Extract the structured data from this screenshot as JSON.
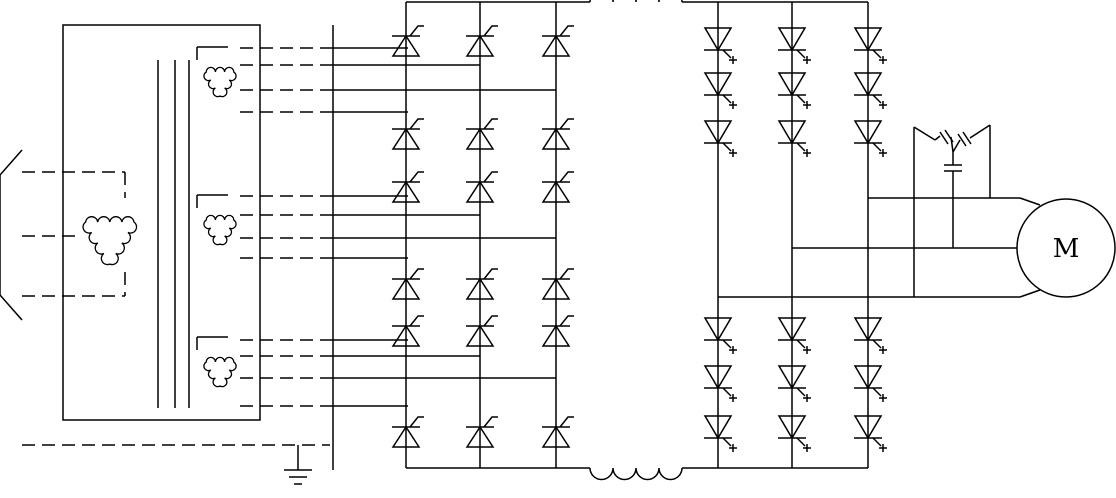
{
  "diagram": {
    "motor": {
      "label": "M"
    },
    "colors": {
      "stroke": "#000000",
      "background": "#ffffff"
    },
    "sections": [
      "input-source",
      "multi-winding-transformer",
      "thyristor-rectifier-bridges",
      "dc-link-reactors",
      "gto-inverter",
      "output-capacitor-filter",
      "motor"
    ],
    "icons": [
      "delta-winding-icon",
      "thyristor-icon",
      "gto-icon",
      "inductor-icon",
      "capacitor-icon",
      "ground-icon"
    ]
  }
}
